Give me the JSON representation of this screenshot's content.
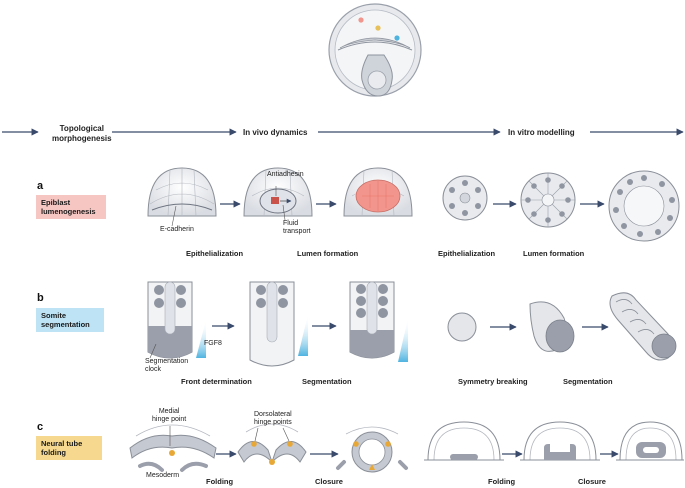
{
  "header": {
    "stage1": "Topological morphogenesis",
    "stage1_line1": "Topological",
    "stage1_line2": "morphogenesis",
    "stage2": "In vivo dynamics",
    "stage3": "In vitro modelling"
  },
  "panels": {
    "a": {
      "letter": "a",
      "title_line1": "Epiblast",
      "title_line2": "lumenogenesis",
      "labels": {
        "ecadherin": "E-cadherin",
        "antiadhesin": "Antiadhesin",
        "fluid1": "Fluid",
        "fluid2": "transport"
      },
      "steps": [
        "Epithelialization",
        "Lumen formation",
        "Epithelialization",
        "Lumen formation"
      ]
    },
    "b": {
      "letter": "b",
      "title_line1": "Somite",
      "title_line2": "segmentation",
      "labels": {
        "fgf8": "FGF8",
        "clock1": "Segmentation",
        "clock2": "clock"
      },
      "steps": [
        "Front determination",
        "Segmentation",
        "Symmetry breaking",
        "Segmentation"
      ]
    },
    "c": {
      "letter": "c",
      "title_line1": "Neural tube",
      "title_line2": "folding",
      "labels": {
        "medial1": "Medial",
        "medial2": "hinge point",
        "dorso1": "Dorsolateral",
        "dorso2": "hinge points",
        "mesoderm": "Mesoderm"
      },
      "steps": [
        "Folding",
        "Closure",
        "Folding",
        "Closure"
      ]
    }
  },
  "colors": {
    "arrow": "#3a4a6b",
    "cell_outline": "#8a8f98",
    "cell_fill": "#e4e6ea",
    "cell_dark": "#9b9fab",
    "lumen_pink": "#f2958c",
    "somite_blue": "#4fb3e0",
    "hinge_gold": "#e8a838"
  }
}
